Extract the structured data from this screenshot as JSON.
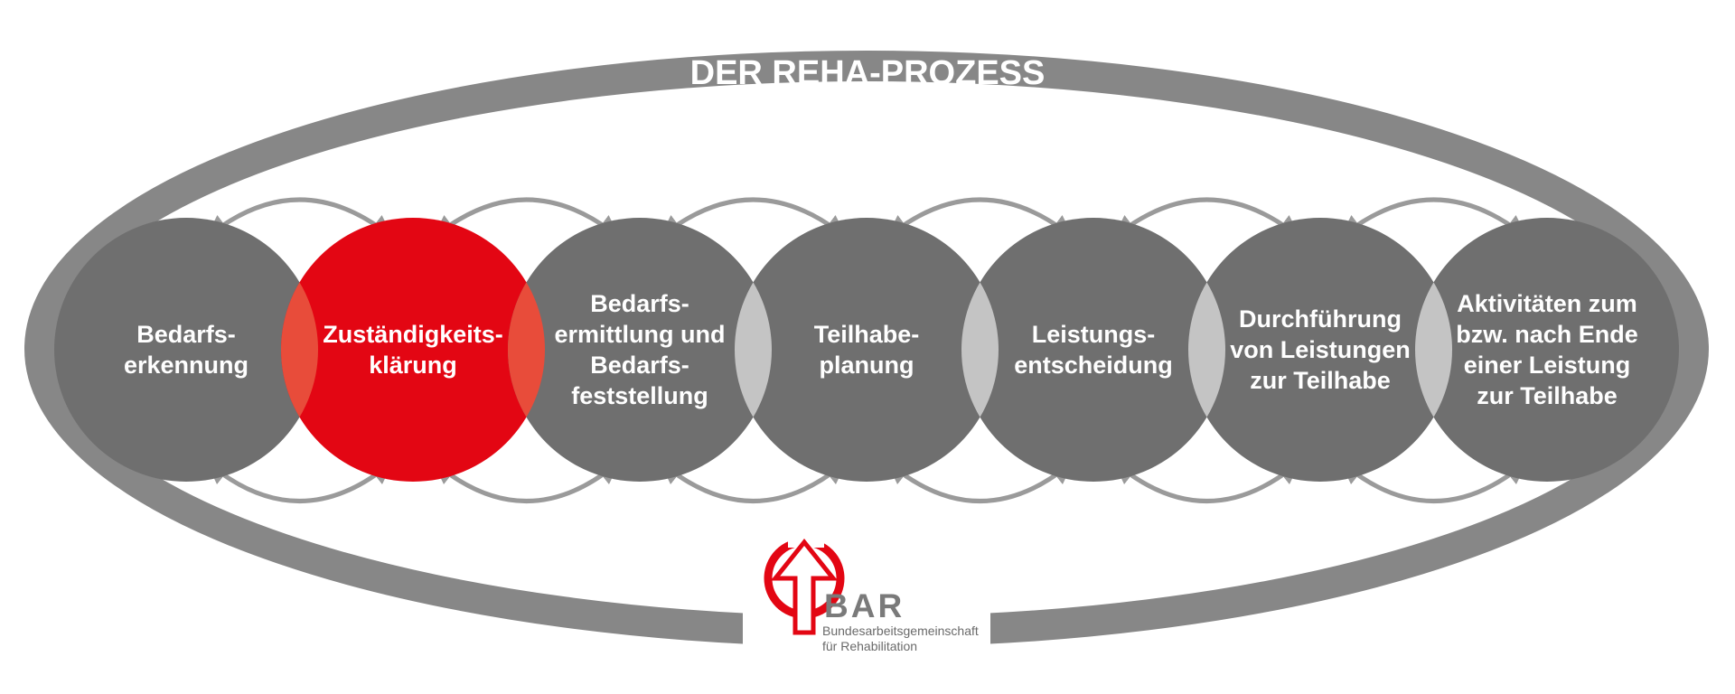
{
  "title": "DER REHA-PROZESS",
  "steps": [
    {
      "label": "Bedarfs-\nerkennung",
      "highlighted": false
    },
    {
      "label": "Zuständigkeits-\nklärung",
      "highlighted": true
    },
    {
      "label": "Bedarfs-\nermittlung und\nBedarfs-\nfeststellung",
      "highlighted": false
    },
    {
      "label": "Teilhabe-\nplanung",
      "highlighted": false
    },
    {
      "label": "Leistungs-\nentscheidung",
      "highlighted": false
    },
    {
      "label": "Durchführung\nvon Leistungen\nzur Teilhabe",
      "highlighted": false
    },
    {
      "label": "Aktivitäten zum\nbzw. nach Ende\neiner Leistung\nzur Teilhabe",
      "highlighted": false
    }
  ],
  "logo": {
    "name": "BAR",
    "subtitle": "Bundesarbeitsgemeinschaft\nfür Rehabilitation"
  },
  "colors": {
    "ring": "#878787",
    "circle": "#6f6f6f",
    "highlight": "#e30613",
    "overlap": "#c4c4c4",
    "overlap_highlight": "#e84c3a",
    "arrow": "#9a9a9a"
  }
}
